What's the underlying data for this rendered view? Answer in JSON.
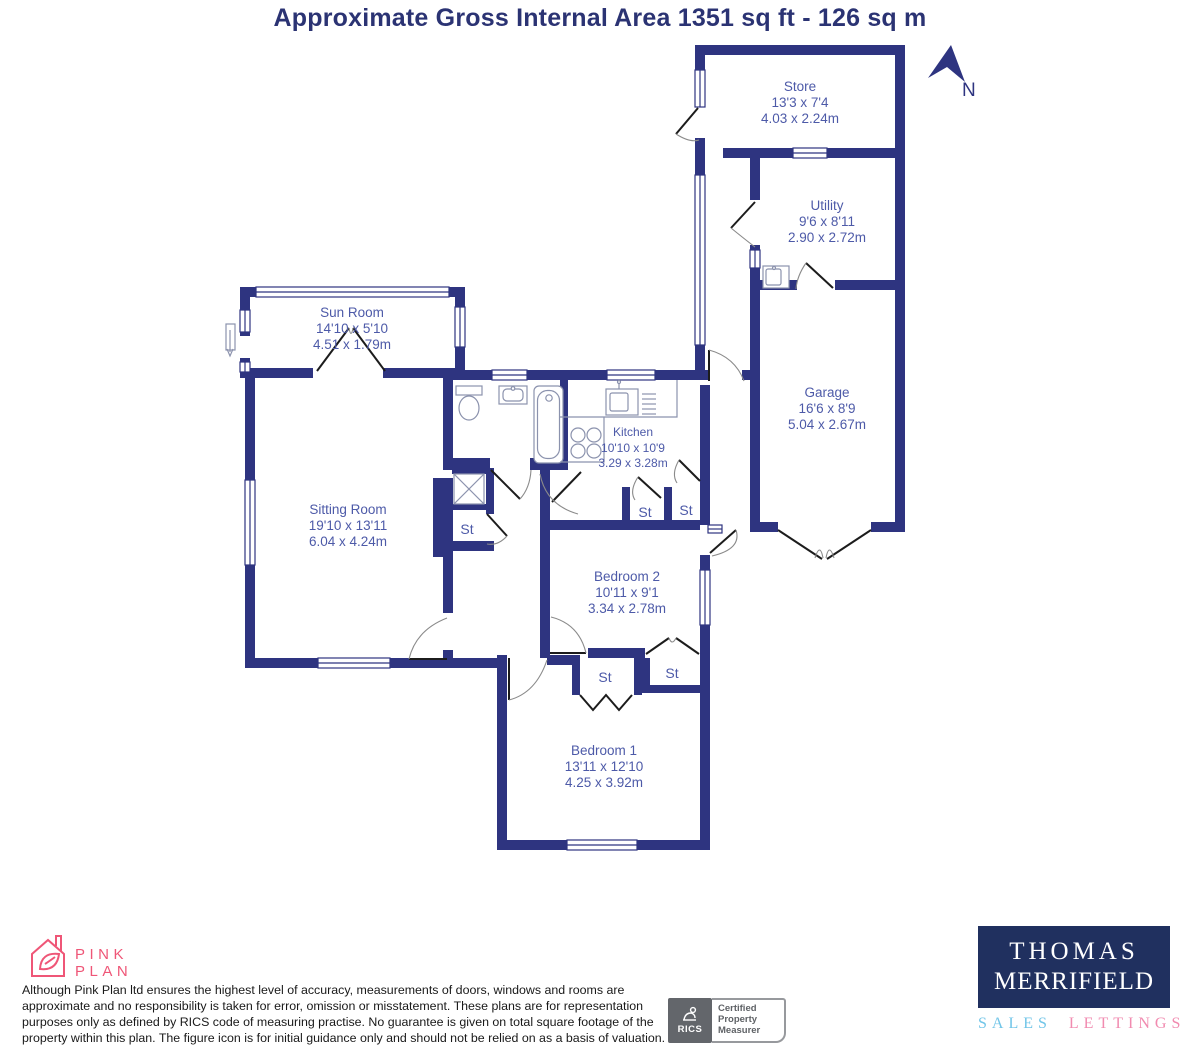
{
  "title": "Approximate Gross Internal Area 1351 sq ft - 126 sq m",
  "compass": {
    "north_label": "N"
  },
  "rooms": [
    {
      "name": "Store",
      "imperial": "13'3 x 7'4",
      "metric": "4.03 x 2.24m"
    },
    {
      "name": "Utility",
      "imperial": "9'6 x 8'11",
      "metric": "2.90 x 2.72m"
    },
    {
      "name": "Garage",
      "imperial": "16'6 x 8'9",
      "metric": "5.04 x 2.67m"
    },
    {
      "name": "Sun Room",
      "imperial": "14'10 x 5'10",
      "metric": "4.51 x 1.79m"
    },
    {
      "name": "Sitting Room",
      "imperial": "19'10 x 13'11",
      "metric": "6.04 x 4.24m"
    },
    {
      "name": "Kitchen",
      "imperial": "10'10 x 10'9",
      "metric": "3.29 x 3.28m"
    },
    {
      "name": "Bedroom 2",
      "imperial": "10'11 x 9'1",
      "metric": "3.34 x 2.78m"
    },
    {
      "name": "Bedroom 1",
      "imperial": "13'11 x 12'10",
      "metric": "4.25 x 3.92m"
    }
  ],
  "storage": {
    "label": "St"
  },
  "footer": {
    "brand": "PINK PLAN",
    "disclaimer": "Although Pink Plan ltd ensures the highest level of accuracy, measurements of doors, windows and rooms are approximate and no responsibility is taken for error, omission or misstatement. These plans are for representation purposes only as defined by RICS code of measuring practise. No guarantee is given on total square footage of the property within this plan. The figure icon is for initial guidance only and should not be relied on as a basis of valuation.",
    "rics_org": "RICS",
    "rics_label_lines": [
      "Certified",
      "Property",
      "Measurer"
    ],
    "agent_line1": "THOMAS",
    "agent_line2": "MERRIFIELD",
    "agent_tag1": "SALES",
    "agent_tag2": "LETTINGS"
  },
  "colors": {
    "wall": "#2e3480",
    "room_text": "#4d5aa8",
    "title_text": "#2b3373",
    "brand_pink": "#ef5677",
    "agent_navy": "#20305f",
    "sales_blue": "#71c5e8",
    "lettings_pink": "#f18bb0",
    "rics_grey": "#63666b"
  }
}
